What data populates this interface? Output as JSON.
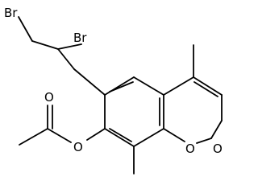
{
  "diagram": {
    "atoms": [
      {
        "id": "br1",
        "label": "Br"
      },
      {
        "id": "br2",
        "label": "Br"
      },
      {
        "id": "o-ester",
        "label": "O"
      },
      {
        "id": "o-acetyl-carbonyl",
        "label": "O"
      },
      {
        "id": "o-ring",
        "label": "O"
      },
      {
        "id": "o-lactone-carbonyl",
        "label": "O"
      }
    ]
  }
}
